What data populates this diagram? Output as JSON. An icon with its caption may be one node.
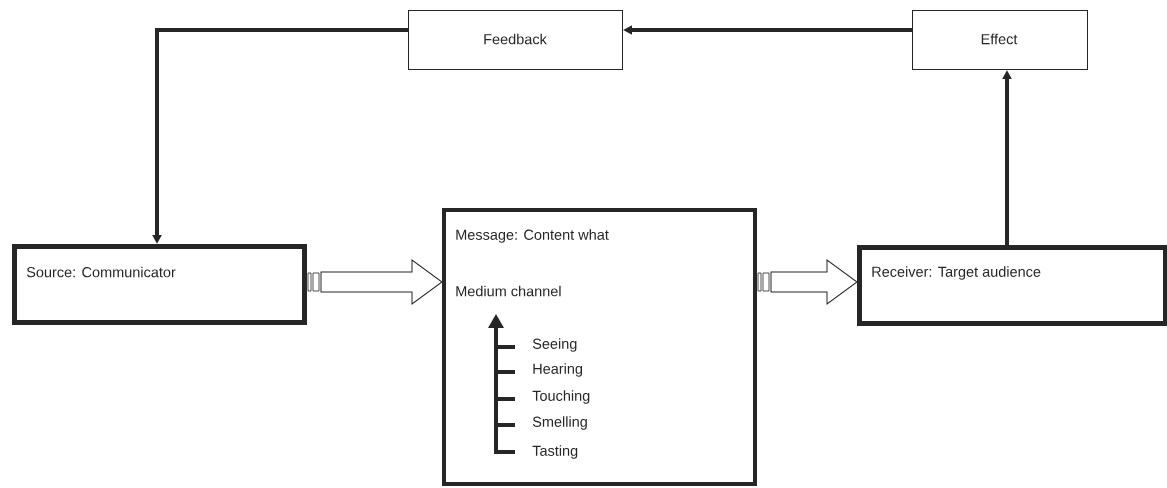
{
  "diagram": {
    "nodes": [
      {
        "text": [
          "Feedback"
        ]
      },
      {
        "text": [
          "Effect"
        ]
      },
      {
        "text": [
          "Source: Communicator"
        ]
      },
      {
        "text": [
          "Message: Content what",
          "Medium channel",
          "Seeing",
          "Hearing",
          "Touching",
          "Smelling",
          "Tasting"
        ]
      },
      {
        "text": [
          "Receiver: Target audience"
        ]
      }
    ],
    "edges": [
      {
        "from": 1,
        "to": 0,
        "arrow": "to"
      },
      {
        "from": 0,
        "to": 2,
        "arrow": "to"
      },
      {
        "from": 2,
        "to": 3,
        "arrow": "to"
      },
      {
        "from": 3,
        "to": 4,
        "arrow": "to"
      },
      {
        "from": 4,
        "to": 1,
        "arrow": "to"
      }
    ]
  }
}
